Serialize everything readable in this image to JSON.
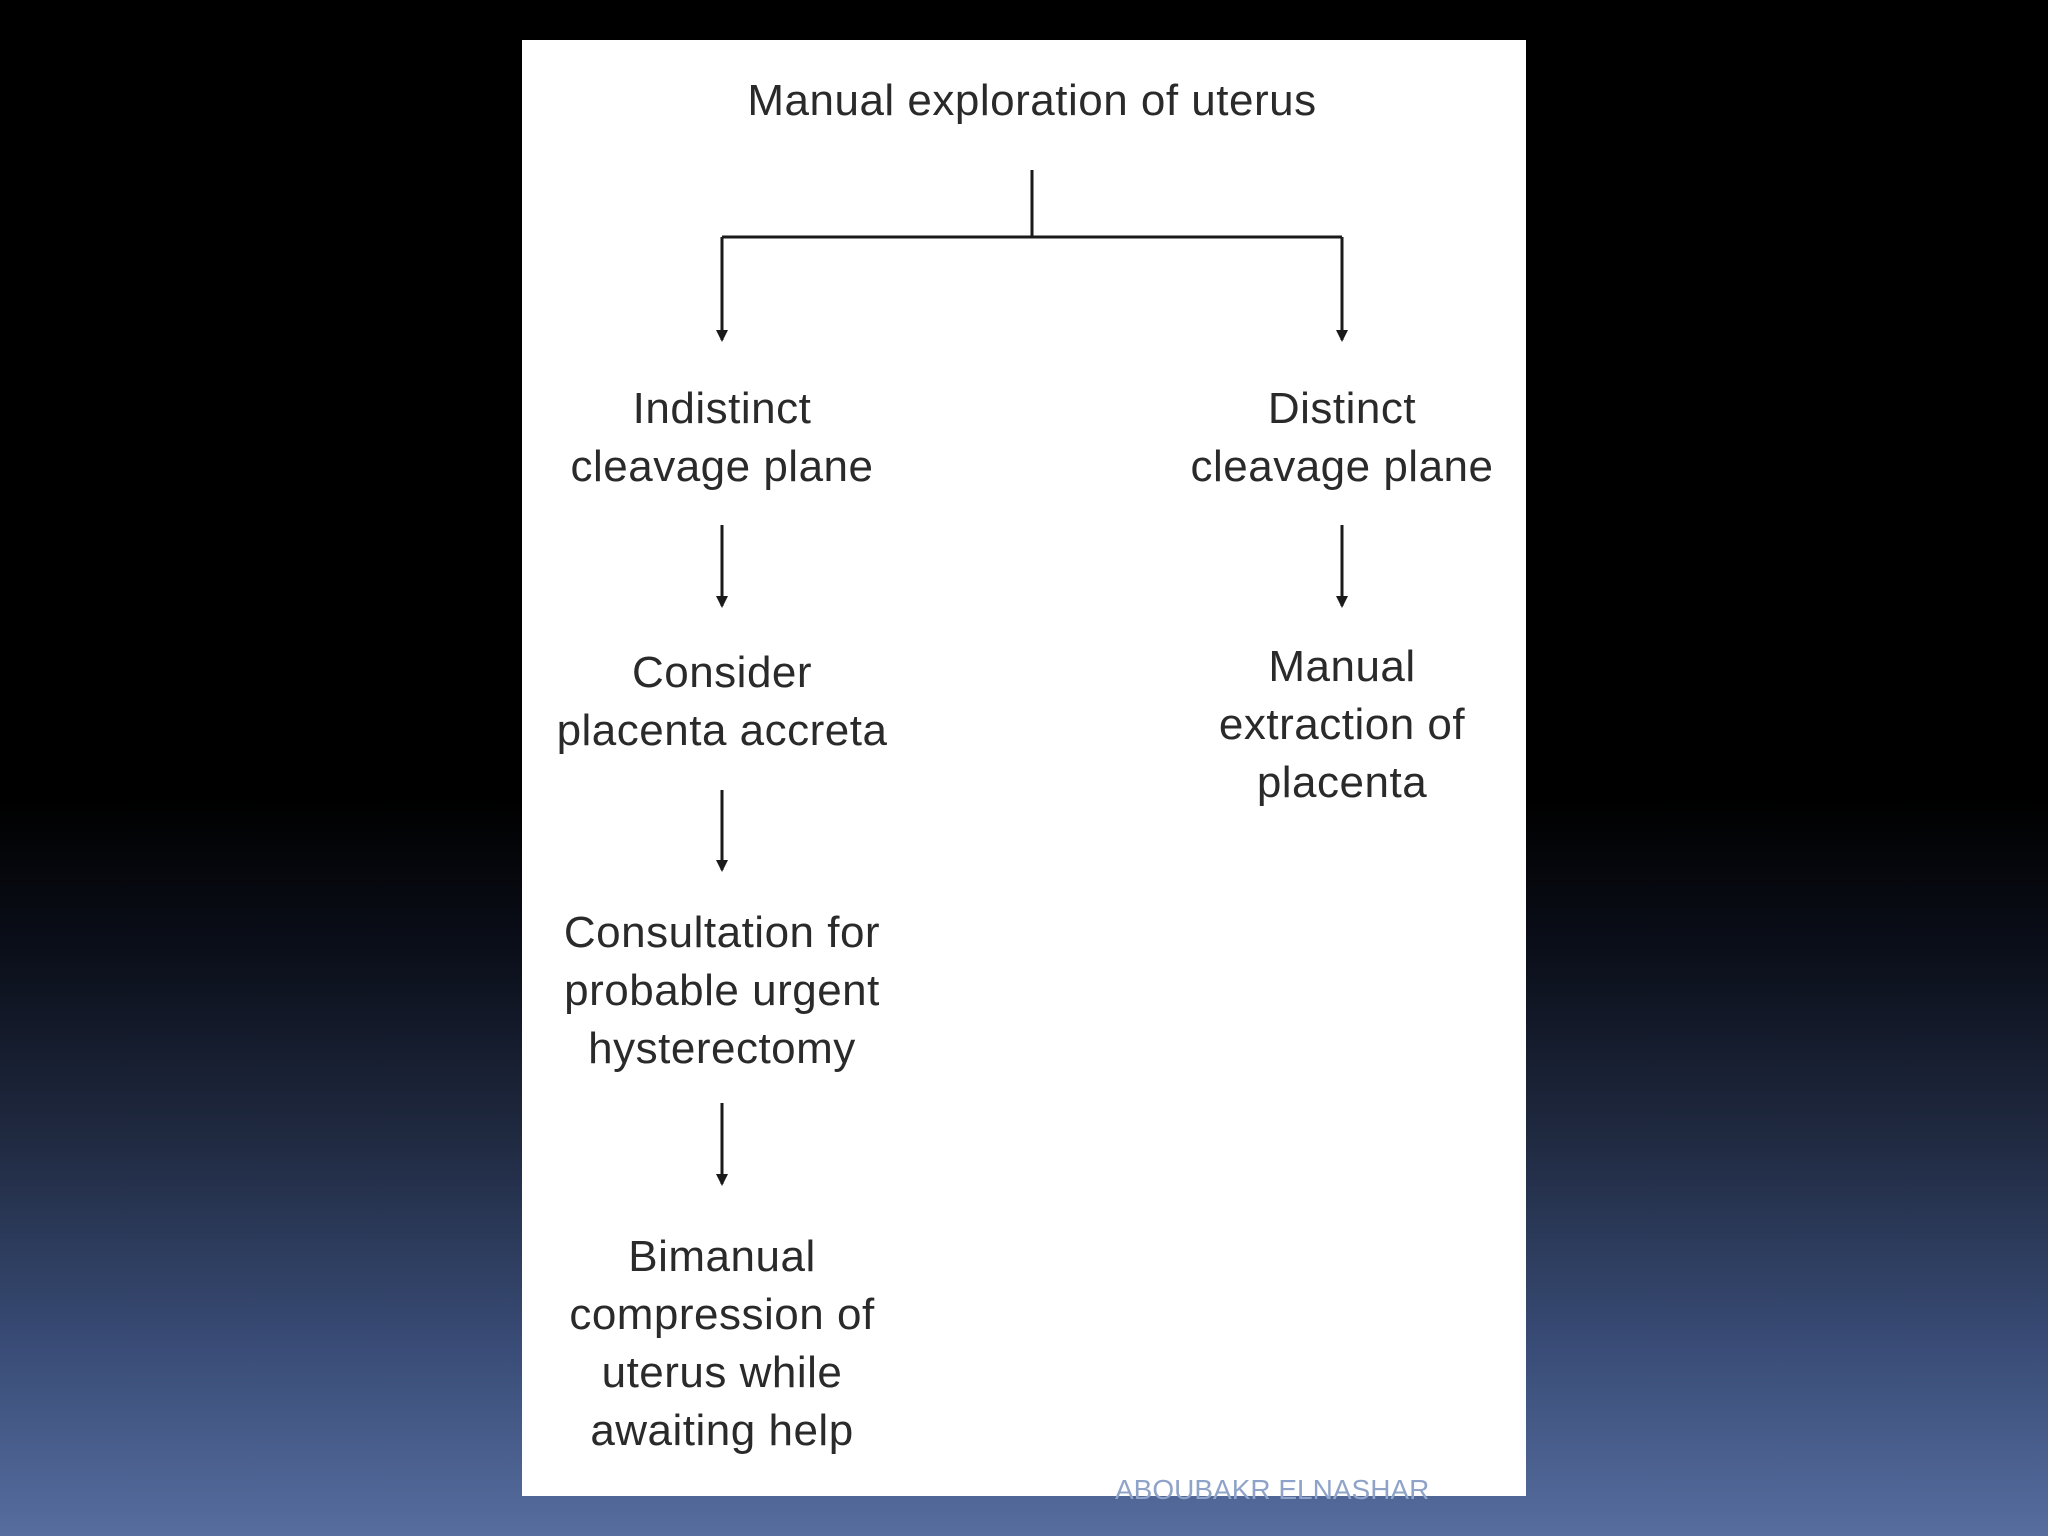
{
  "diagram": {
    "root": "Manual exploration of uterus",
    "left_branch": [
      "Indistinct\ncleavage plane",
      "Consider\nplacenta accreta",
      "Consultation for\nprobable urgent\nhysterectomy",
      "Bimanual\ncompression of\nuterus while\nawaiting help"
    ],
    "right_branch": [
      "Distinct\ncleavage plane",
      "Manual\nextraction of\nplacenta"
    ]
  },
  "footer": {
    "watermark": "ABOUBAKR ELNASHAR"
  }
}
